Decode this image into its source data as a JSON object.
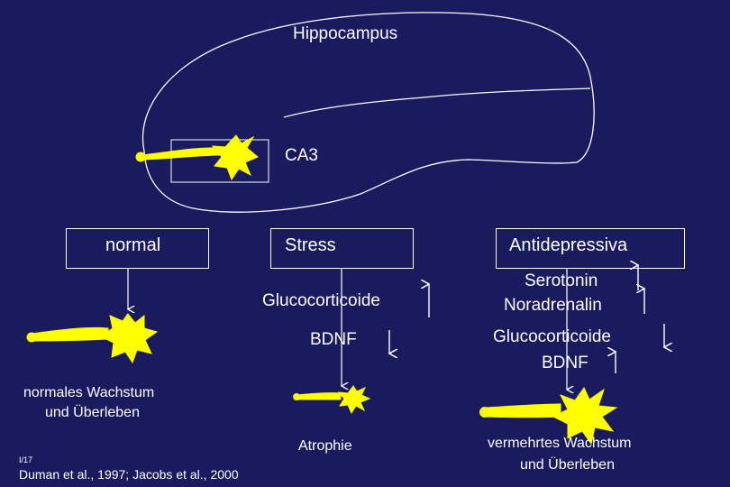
{
  "region_title": "Hippocampus",
  "subregion": "CA3",
  "columns": {
    "normal": {
      "label": "normal"
    },
    "stress": {
      "label": "Stress",
      "factors": [
        "Glucocorticoide",
        "BDNF"
      ],
      "outcome": "Atrophie"
    },
    "antidepressiva": {
      "label": "Antidepressiva",
      "factors": [
        "Serotonin",
        "Noradrenalin",
        "Glucocorticoide",
        "BDNF"
      ]
    }
  },
  "outcome_normal": [
    "normales Wachstum",
    "und Überleben"
  ],
  "outcome_antidepressiva": [
    "vermehrtes Wachstum",
    "und Überleben"
  ],
  "footnote_code": "I/17",
  "citation": "Duman et al., 1997; Jacobs et al., 2000",
  "colors": {
    "background": "#1a1a5e",
    "neuron": "#ffff00",
    "line": "#ffffff"
  }
}
